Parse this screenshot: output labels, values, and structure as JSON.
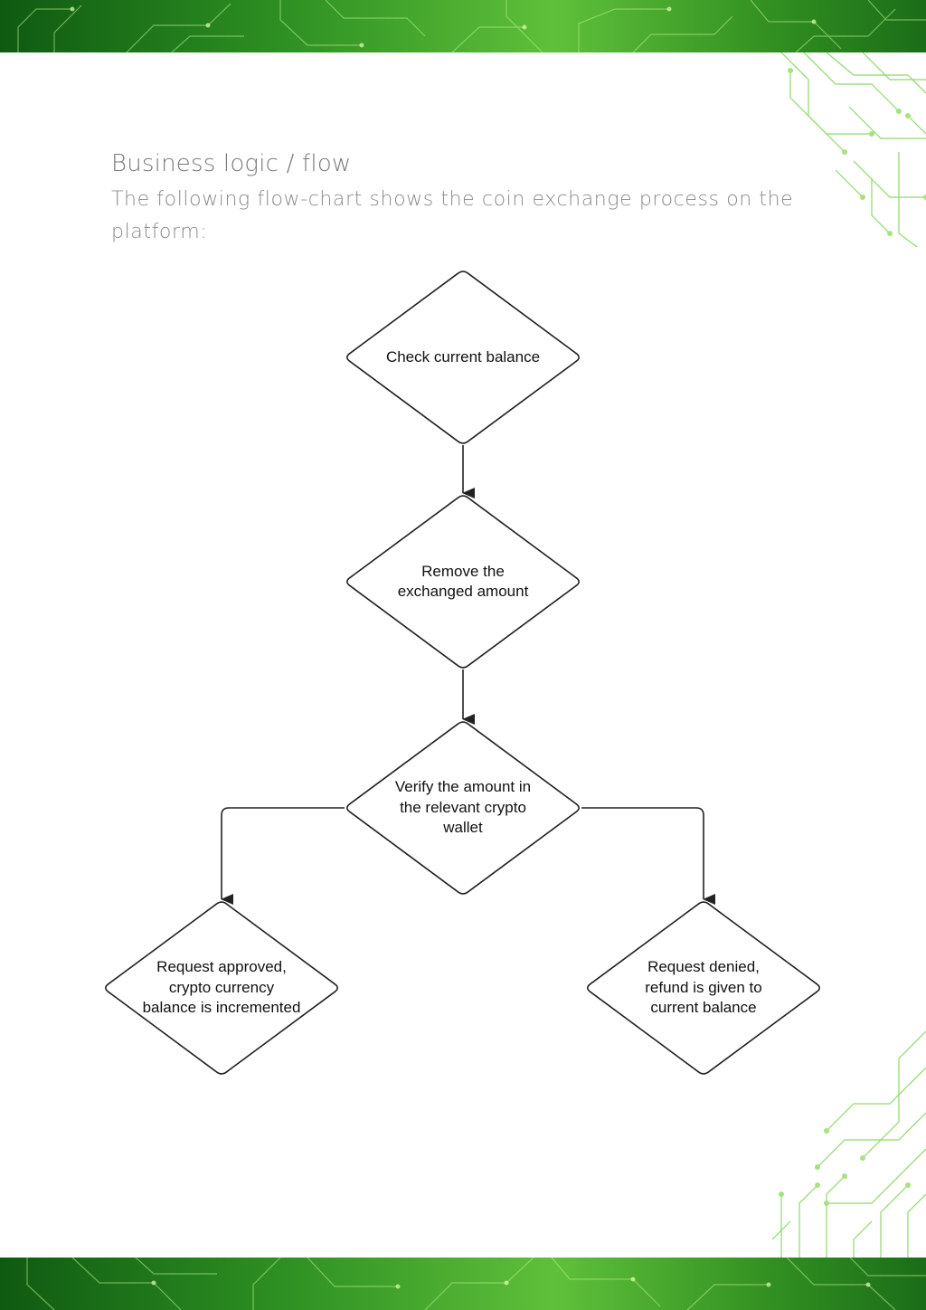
{
  "section": {
    "heading": "Business logic / flow",
    "intro": "The following flow-chart shows the coin exchange process on the platform:"
  },
  "flowchart": {
    "nodes": [
      {
        "id": "check",
        "lines": [
          "Check current balance"
        ]
      },
      {
        "id": "remove",
        "lines": [
          "Remove the",
          "exchanged amount"
        ]
      },
      {
        "id": "verify",
        "lines": [
          "Verify the amount in",
          "the relevant crypto",
          "wallet"
        ]
      },
      {
        "id": "approved",
        "lines": [
          "Request approved,",
          "crypto currency",
          "balance is incremented"
        ]
      },
      {
        "id": "denied",
        "lines": [
          "Request denied,",
          "refund is given to",
          "current balance"
        ]
      }
    ],
    "edges": [
      {
        "from": "check",
        "to": "remove"
      },
      {
        "from": "remove",
        "to": "verify"
      },
      {
        "from": "verify",
        "to": "approved"
      },
      {
        "from": "verify",
        "to": "denied"
      }
    ]
  },
  "colors": {
    "band_green": "#3ea42a",
    "circuit_line": "#8fd86a",
    "heading_gray": "#7a7a7a",
    "shape_stroke": "#222222"
  }
}
